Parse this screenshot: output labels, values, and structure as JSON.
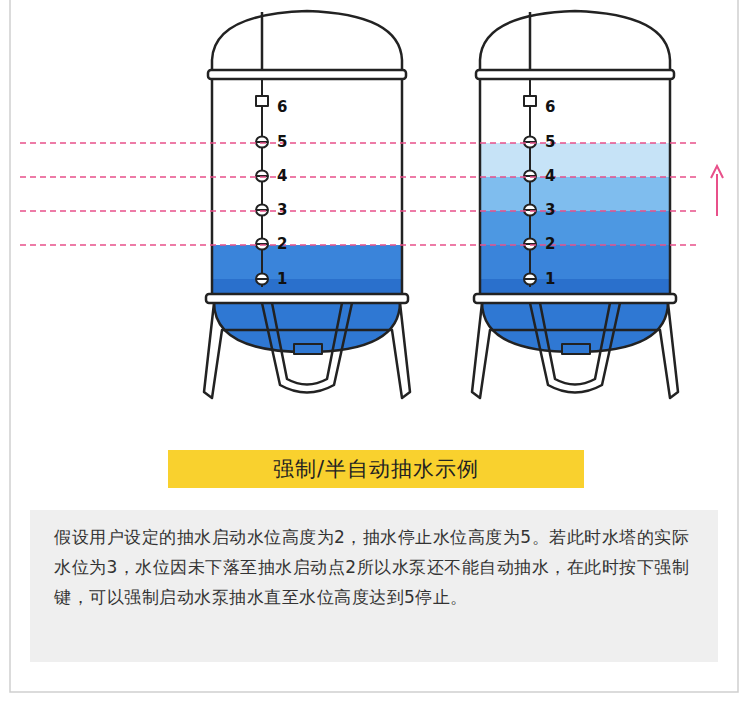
{
  "diagram": {
    "title": "强制/半自动抽水示例",
    "nodes": [
      {
        "text": [
          "假设用户设定的抽水启动水位高度为2，抽水停止水位高度为5。若此时水塔的实际水位为3，水位因未下落至抽水启动点2所以水泵还不能自动抽水，在此时按下强制键，可以强制启动水泵抽水直至水位高度达到5停止。"
        ]
      }
    ],
    "labels": [
      "6",
      "5",
      "4",
      "3",
      "2",
      "1",
      "6",
      "5",
      "4",
      "3",
      "2",
      "1"
    ]
  }
}
